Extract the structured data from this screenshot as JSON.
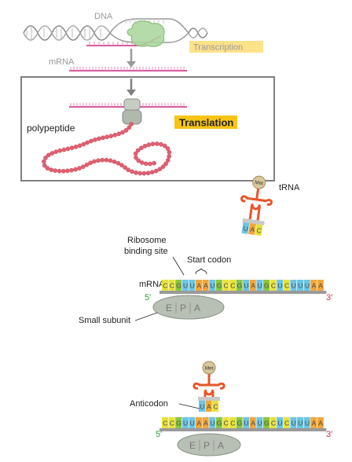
{
  "top": {
    "dna_label": "DNA",
    "mrna_label": "mRNA",
    "transcription_label": "Transcription",
    "translation_label": "Translation",
    "polypeptide_label": "polypeptide"
  },
  "trna": {
    "label": "tRNA",
    "amino_acid": "Met",
    "anticodon": [
      "U",
      "A",
      "C"
    ]
  },
  "initiation": {
    "ribosome_binding_site_line1": "Ribosome",
    "ribosome_binding_site_line2": "binding site",
    "start_codon_label": "Start codon",
    "mrna_label": "mRNA",
    "five_prime": "5′",
    "three_prime": "3′",
    "small_subunit_label": "Small subunit",
    "sites": [
      "E",
      "P",
      "A"
    ],
    "sequence": [
      "C",
      "C",
      "G",
      "U",
      "U",
      "A",
      "A",
      "U",
      "G",
      "C",
      "C",
      "G",
      "U",
      "A",
      "U",
      "G",
      "C",
      "U",
      "C",
      "U",
      "U",
      "U",
      "A",
      "A"
    ]
  },
  "pairing": {
    "anticodon_label": "Anticodon",
    "amino_acid": "Met",
    "anticodon": [
      "U",
      "A",
      "C"
    ],
    "five_prime": "5′",
    "three_prime": "3′",
    "sites": [
      "E",
      "P",
      "A"
    ],
    "sequence": [
      "C",
      "C",
      "G",
      "U",
      "U",
      "A",
      "A",
      "U",
      "G",
      "C",
      "C",
      "G",
      "U",
      "A",
      "U",
      "G",
      "C",
      "U",
      "C",
      "U",
      "U",
      "U",
      "A",
      "A"
    ]
  },
  "colors": {
    "A": "#f2a63a",
    "C": "#e8e23a",
    "G": "#8dc63f",
    "U": "#6cc6e6",
    "trna": "#e8552a",
    "dna_rna": "#d9579a",
    "polypeptide": "#e06070",
    "ribosome": "#b8bfb4",
    "five_prime": "#2e9e3a",
    "three_prime": "#d6304a",
    "highlight": "#fde28a",
    "translation_highlight": "#f7c416"
  }
}
